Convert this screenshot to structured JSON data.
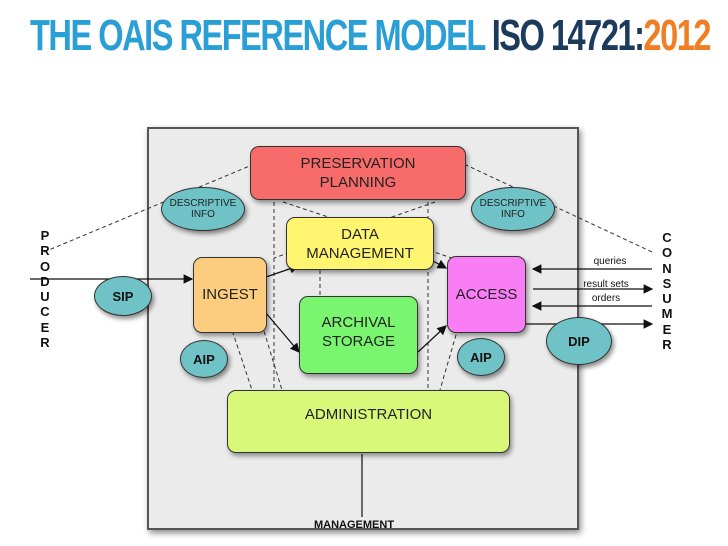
{
  "title": {
    "part1": "THE OAIS REFERENCE MODEL",
    "part2": "ISO 14721:",
    "part3": "2012"
  },
  "boxes": {
    "preservation_planning": "PRESERVATION\nPLANNING",
    "data_management": "DATA\nMANAGEMENT",
    "ingest": "INGEST",
    "archival_storage": "ARCHIVAL\nSTORAGE",
    "access": "ACCESS",
    "administration": "ADMINISTRATION"
  },
  "ovals": {
    "descriptive_info_left": "DESCRIPTIVE\nINFO",
    "descriptive_info_right": "DESCRIPTIVE\nINFO",
    "sip": "SIP",
    "aip_left": "AIP",
    "aip_right": "AIP",
    "dip": "DIP"
  },
  "producer": [
    "P",
    "R",
    "O",
    "D",
    "U",
    "C",
    "E",
    "R"
  ],
  "consumer": [
    "C",
    "O",
    "N",
    "S",
    "U",
    "M",
    "E",
    "R"
  ],
  "labels": {
    "queries": "queries",
    "result_sets": "result sets",
    "orders": "orders"
  },
  "management": "MANAGEMENT",
  "colors": {
    "title_blue": "#2a9fd6",
    "title_navy": "#1b3a5c",
    "title_orange": "#f07e22",
    "preservation": "#f86b6b",
    "data_management": "#fff571",
    "ingest": "#fccd7e",
    "archival": "#79f56f",
    "access": "#f97ef6",
    "administration": "#d9f778",
    "oval": "#6fc2c6"
  }
}
